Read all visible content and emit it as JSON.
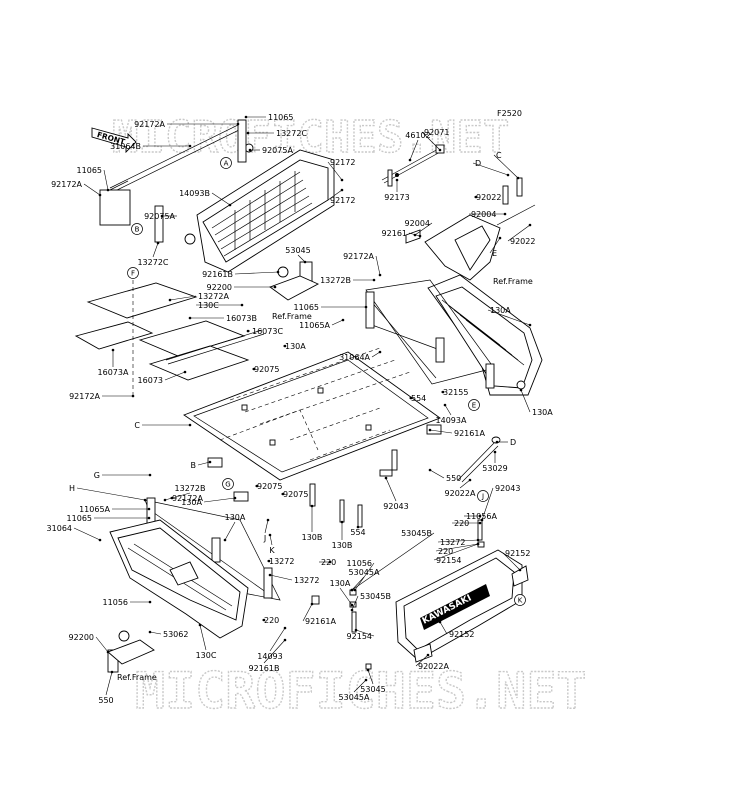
{
  "figure_code": "F2520",
  "watermark_top": "MICROFICHES.NET",
  "watermark_bottom": "MICROFICHES.NET",
  "front_badge": "FRONT",
  "brand_mark": "KAWASAKI",
  "refs": [
    "Ref.Frame",
    "Ref.Frame",
    "Ref.Frame"
  ],
  "callouts": [
    "A",
    "B",
    "C",
    "D",
    "E",
    "F",
    "G",
    "H",
    "J",
    "K"
  ],
  "labels": [
    "92172A",
    "11065",
    "13272C",
    "31064B",
    "92075A",
    "11065",
    "92172A",
    "92075A",
    "13272C",
    "A",
    "B",
    "92172",
    "14093B",
    "92172",
    "53045",
    "92161B",
    "92200",
    "13272A",
    "130C",
    "16073B",
    "16073C",
    "F",
    "16073A",
    "16073",
    "92172A",
    "46102",
    "92071",
    "92173",
    "D",
    "C",
    "92022",
    "92004",
    "E",
    "92022",
    "92004",
    "92161",
    "92172A",
    "13272B",
    "11065",
    "11065A",
    "31064A",
    "130A",
    "130A",
    "14093A",
    "92161A",
    "130A",
    "92075",
    "C",
    "D",
    "53029",
    "550",
    "92022A",
    "554",
    "32155",
    "E",
    "G",
    "H",
    "11065A",
    "11065",
    "31064",
    "13272B",
    "92172A",
    "130A",
    "B",
    "130A",
    "92075",
    "92075",
    "J",
    "K",
    "130B",
    "130B",
    "554",
    "92043",
    "92043",
    "11056A",
    "220",
    "53045B",
    "13272",
    "220",
    "92154",
    "11056",
    "92152",
    "53045A",
    "13272",
    "220",
    "92161A",
    "130A",
    "53045B",
    "92154",
    "92152",
    "11056",
    "53062",
    "92200",
    "130C",
    "92161B",
    "14093",
    "550",
    "92022A",
    "53045",
    "53045A",
    "13272",
    "220",
    "J",
    "K",
    "G",
    "H",
    "F"
  ]
}
